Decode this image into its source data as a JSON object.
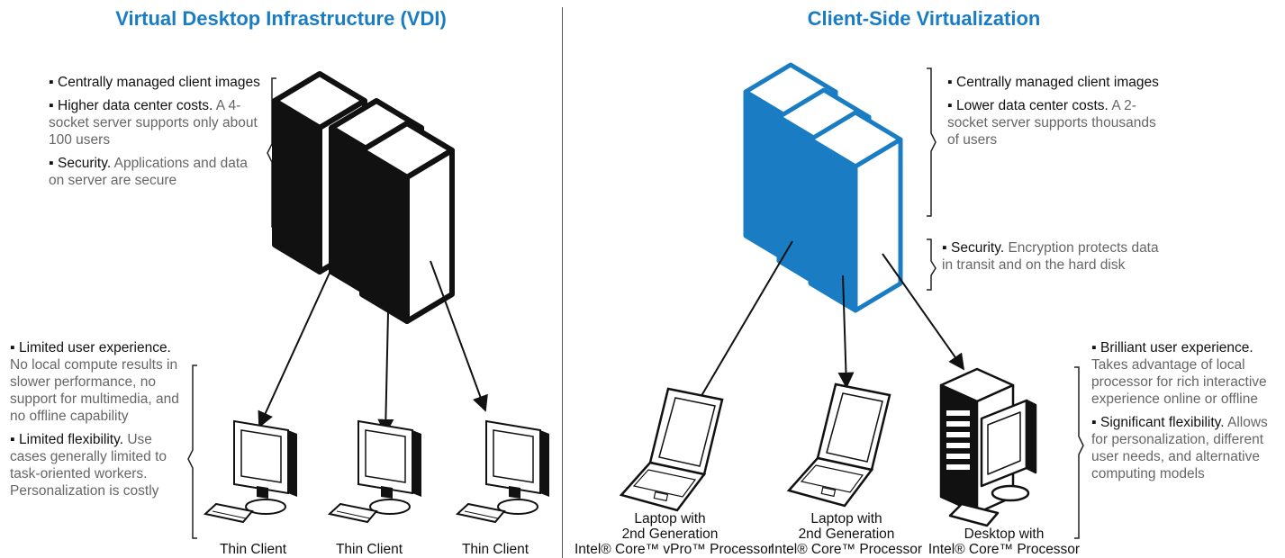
{
  "left": {
    "title": "Virtual Desktop Infrastructure (VDI)",
    "server_points": [
      {
        "lead": "Centrally managed client images",
        "rest": ""
      },
      {
        "lead": "Higher data center costs.",
        "rest": " A 4-socket server supports only about 100 users"
      },
      {
        "lead": "Security.",
        "rest": " Applications and data on server are secure"
      }
    ],
    "client_points": [
      {
        "lead": "Limited user experience.",
        "rest": " No local compute results in slower performance, no support for multimedia, and no offline capability"
      },
      {
        "lead": "Limited flexibility.",
        "rest": " Use cases generally limited to task-oriented workers. Personalization is costly"
      }
    ],
    "clients": [
      "Thin Client",
      "Thin Client",
      "Thin Client"
    ]
  },
  "right": {
    "title": "Client-Side Virtualization",
    "server_points": [
      {
        "lead": "Centrally managed client images",
        "rest": ""
      },
      {
        "lead": "Lower data center costs.",
        "rest": " A 2-socket server supports thousands of users"
      }
    ],
    "security_point": {
      "lead": "Security.",
      "rest": " Encryption protects data in transit and on the hard disk"
    },
    "client_points": [
      {
        "lead": "Brilliant user experience.",
        "rest": " Takes advantage of local processor for rich interactive experience online or offline"
      },
      {
        "lead": "Significant flexibility.",
        "rest": " Allows for personalization, different user needs, and alternative computing models"
      }
    ],
    "devices": [
      {
        "line1": "Laptop with",
        "line2": "2nd Generation",
        "line3": "Intel® Core™ vPro™ Processor"
      },
      {
        "line1": "Laptop with",
        "line2": "2nd Generation",
        "line3": "Intel® Core™ Processor"
      },
      {
        "line1": "Desktop with",
        "line2": "Intel® Core™ Processor",
        "line3": ""
      }
    ]
  },
  "colors": {
    "accent": "#1a7dc4",
    "text": "#111111",
    "muted": "#666666"
  }
}
